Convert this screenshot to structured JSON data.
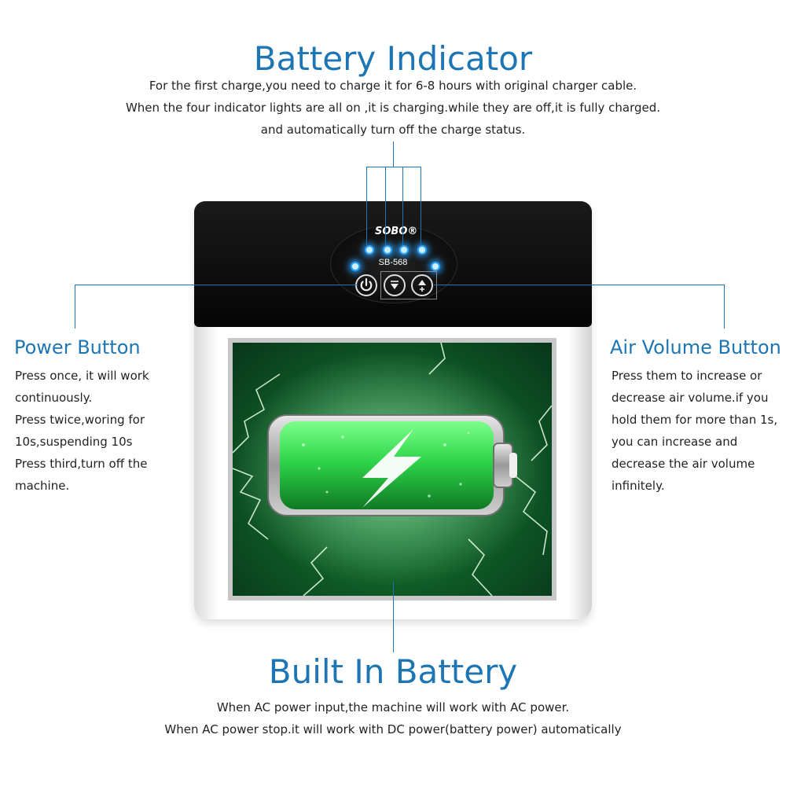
{
  "battery_indicator": {
    "title": "Battery Indicator",
    "lines": [
      "For the first charge,you need to charge it for 6-8 hours with original charger cable.",
      "When the  four indicator lights  are all on ,it is charging.while they are off,it is fully charged.",
      "and automatically turn off the charge status."
    ]
  },
  "power_button": {
    "title": "Power Button",
    "lines": [
      "Press once, it will work",
      "continuously.",
      "Press twice,woring for",
      "10s,suspending 10s",
      "Press third,turn off the",
      "machine."
    ]
  },
  "air_volume_button": {
    "title": "Air Volume Button",
    "lines": [
      "Press them to increase or",
      "decrease air volume.if you",
      "hold them for more than 1s,",
      "you can increase and",
      "decrease the air volume",
      "infinitely."
    ]
  },
  "built_in_battery": {
    "title": "Built In Battery",
    "lines": [
      "When AC power input,the machine will work with AC power.",
      "When AC power stop.it will work with DC power(battery power) automatically"
    ]
  },
  "device": {
    "brand": "SOBO®",
    "model": "SB-568",
    "power_icon": "power-icon",
    "down_icon": "arrow-down-icon",
    "up_icon": "arrow-up-plus-icon"
  },
  "colors": {
    "accent": "#1d76b3",
    "led": "#2aa3ff",
    "battery_green": "#2fd64a"
  }
}
